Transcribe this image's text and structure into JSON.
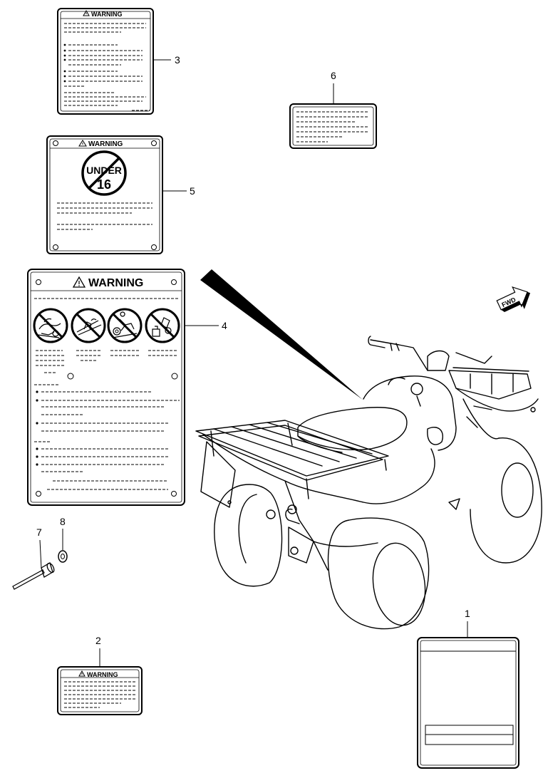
{
  "labels": {
    "warning_text": "WARNING",
    "under_text": "UNDER",
    "age_text": "16",
    "fwd_text": "FWD"
  },
  "callouts": [
    "1",
    "2",
    "3",
    "4",
    "5",
    "6",
    "7",
    "8"
  ]
}
